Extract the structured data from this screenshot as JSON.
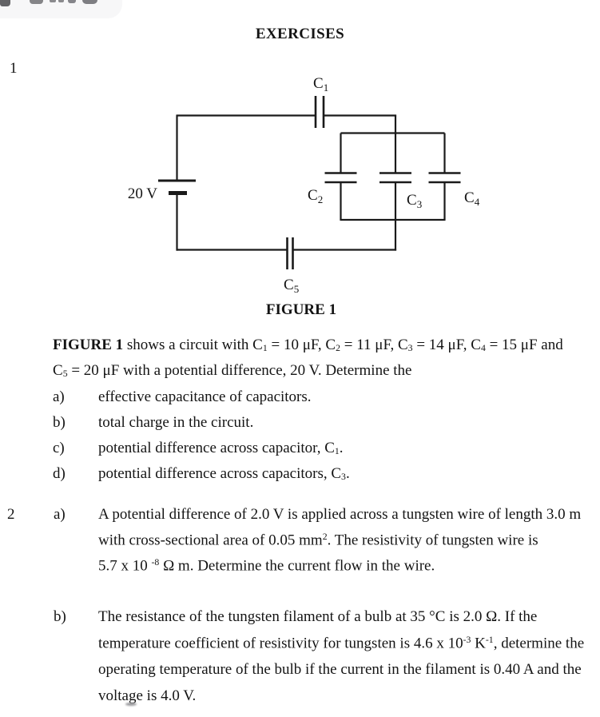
{
  "page": {
    "background": "#ffffff",
    "text_color": "#141414"
  },
  "header": {
    "title": "EXERCISES"
  },
  "figure": {
    "caption": "FIGURE 1",
    "source_label": "20 V",
    "capacitor_labels": {
      "c1": {
        "base": "C",
        "sub": "1"
      },
      "c2": {
        "base": "C",
        "sub": "2"
      },
      "c3": {
        "base": "C",
        "sub": "3"
      },
      "c4": {
        "base": "C",
        "sub": "4"
      },
      "c5": {
        "base": "C",
        "sub": "5"
      }
    }
  },
  "q1": {
    "number": "1",
    "intro_lines": [
      [
        {
          "b": "FIGURE 1"
        },
        {
          "t": " shows a circuit with C"
        },
        {
          "sub": "1"
        },
        {
          "t": " = 10 μF, C"
        },
        {
          "sub": "2"
        },
        {
          "t": " = 11 μF, C"
        },
        {
          "sub": "3"
        },
        {
          "t": " = 14 μF, C"
        },
        {
          "sub": "4"
        },
        {
          "t": " = 15 μF and"
        }
      ],
      [
        {
          "t": "C"
        },
        {
          "sub": "5"
        },
        {
          "t": " = 20 μF with a potential difference, 20 V. Determine the"
        }
      ]
    ],
    "items": [
      {
        "label": "a)",
        "rich": [
          {
            "t": "effective capacitance of capacitors."
          }
        ]
      },
      {
        "label": "b)",
        "rich": [
          {
            "t": "total charge in the circuit."
          }
        ]
      },
      {
        "label": "c)",
        "rich": [
          {
            "t": "potential difference across capacitor, C"
          },
          {
            "sub": "1"
          },
          {
            "t": "."
          }
        ]
      },
      {
        "label": "d)",
        "rich": [
          {
            "t": "potential difference across capacitors, C"
          },
          {
            "sub": "3"
          },
          {
            "t": "."
          }
        ]
      }
    ]
  },
  "q2": {
    "number": "2",
    "parts": [
      {
        "label": "a)",
        "lines": [
          [
            {
              "t": "A potential difference of 2.0 V is applied across a tungsten wire of length 3.0 m"
            }
          ],
          [
            {
              "t": "with cross-sectional area of 0.05 mm"
            },
            {
              "sup": "2"
            },
            {
              "t": ". The resistivity of tungsten wire is"
            }
          ],
          [
            {
              "t": "5.7 x 10 "
            },
            {
              "sup": "-8"
            },
            {
              "t": " Ω m. Determine the current flow in the wire."
            }
          ]
        ]
      },
      {
        "label": "b)",
        "lines": [
          [
            {
              "t": "The resistance of the tungsten filament of a bulb at 35 °C is 2.0 Ω. If the"
            }
          ],
          [
            {
              "t": "temperature coefficient of resistivity for tungsten is 4.6 x 10"
            },
            {
              "sup": "-3"
            },
            {
              "t": " K"
            },
            {
              "sup": "-1"
            },
            {
              "t": ", determine the"
            }
          ],
          [
            {
              "t": "operating temperature of the bulb if the current in the filament is 0.40 A and the"
            }
          ],
          [
            {
              "t": "voltage is 4.0 V."
            }
          ]
        ]
      }
    ]
  }
}
